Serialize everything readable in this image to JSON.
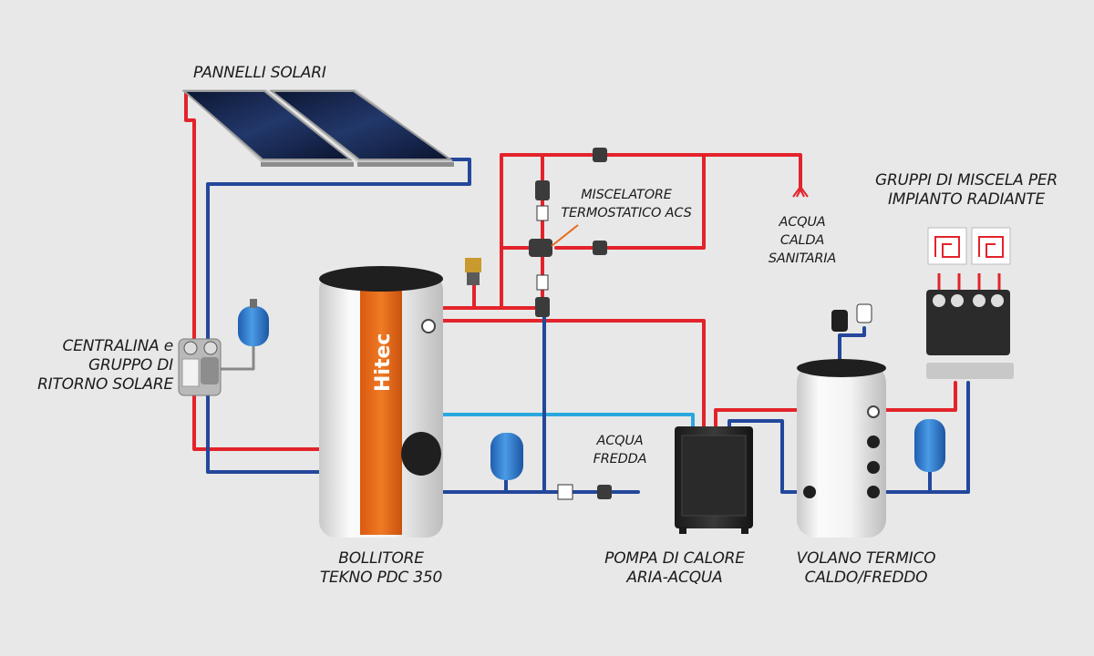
{
  "labels": {
    "solar_panels": "PANNELLI SOLARI",
    "mixer": [
      "MISCELATORE",
      "TERMOSTATICO ACS"
    ],
    "hot_water": [
      "ACQUA",
      "CALDA",
      "SANITARIA"
    ],
    "mix_groups": [
      "GRUPPI DI MISCELA PER",
      "IMPIANTO RADIANTE"
    ],
    "control_unit": [
      "CENTRALINA e",
      "GRUPPO DI",
      "RITORNO SOLARE"
    ],
    "cold_water": [
      "ACQUA",
      "FREDDA"
    ],
    "boiler": [
      "BOLLITORE",
      "TEKNO PDC 350"
    ],
    "heat_pump": [
      "POMPA DI CALORE",
      "ARIA-ACQUA"
    ],
    "buffer": [
      "VOLANO TERMICO",
      "CALDO/FREDDO"
    ]
  },
  "brand": {
    "logo_text": "Hitec"
  },
  "colors": {
    "hot_pipe": "#e3232b",
    "cold_pipe": "#23479b",
    "light_pipe": "#2aa7df",
    "tank_body": "#f2f2f2",
    "tank_cap": "#1f1f1f",
    "boiler_stripe": "#e86a1c",
    "expansion_vessel": "#2f7fd0",
    "background": "#e8e8e8"
  }
}
